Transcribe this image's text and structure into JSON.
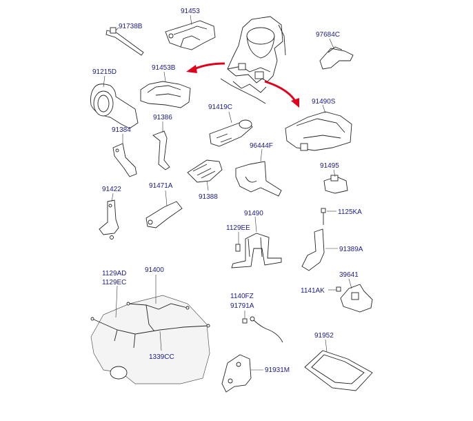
{
  "labels": {
    "p91738B": "91738B",
    "p91453": "91453",
    "p97684C": "97684C",
    "p91215D": "91215D",
    "p91453B": "91453B",
    "p91490S": "91490S",
    "p91419C": "91419C",
    "p91384": "91384",
    "p91386": "91386",
    "p96444F": "96444F",
    "p91495": "91495",
    "p91388": "91388",
    "p91422": "91422",
    "p91471A": "91471A",
    "p91490": "91490",
    "p1125KA": "1125KA",
    "p1129EE": "1129EE",
    "p91389A": "91389A",
    "p1129AD": "1129AD",
    "p1129EC": "1129EC",
    "p91400": "91400",
    "p39641": "39641",
    "p1141AK": "1141AK",
    "p1140FZ": "1140FZ",
    "p91791A": "91791A",
    "p91952": "91952",
    "p1339CC": "1339CC",
    "p91931M": "91931M"
  },
  "colors": {
    "label": "#1a1a8c",
    "arrow": "#e0001b",
    "line": "#222222"
  }
}
